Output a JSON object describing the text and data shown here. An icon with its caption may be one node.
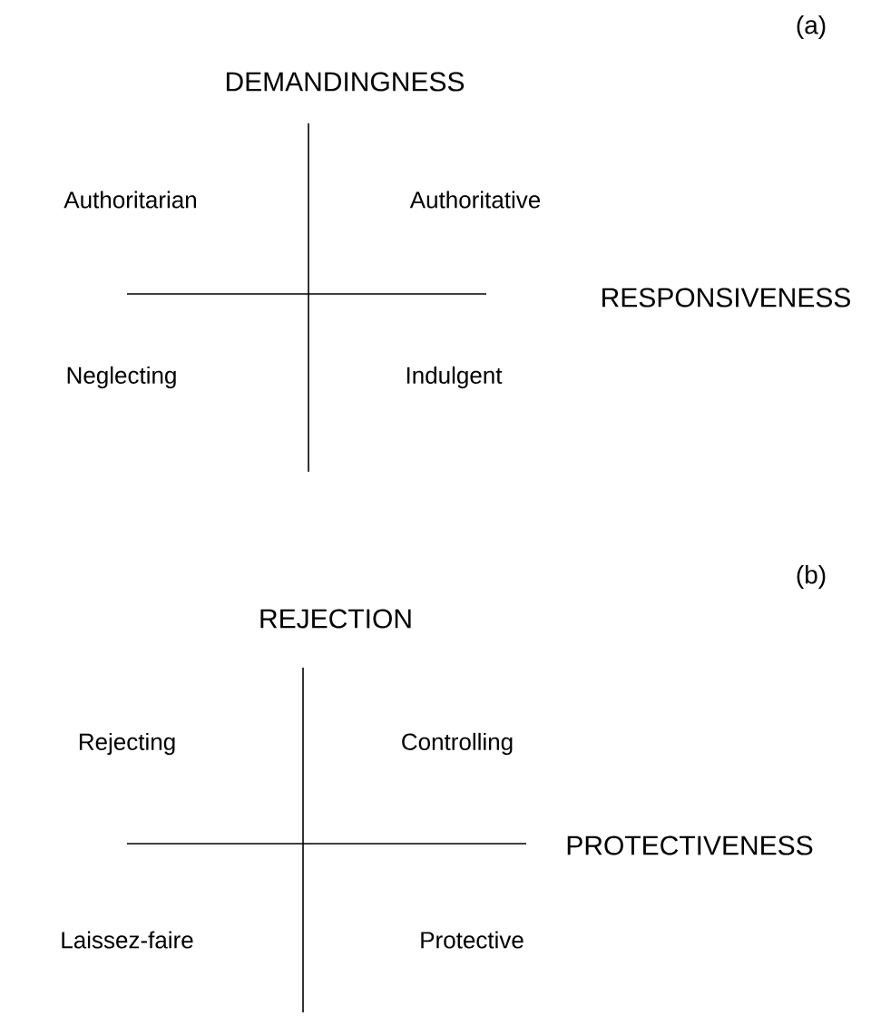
{
  "diagram": {
    "labels": [
      "(a)",
      "DEMANDINGNESS",
      "Authoritarian",
      "Authoritative",
      "RESPONSIVENESS",
      "Neglecting",
      "Indulgent",
      "(b)",
      "REJECTION",
      "Rejecting",
      "Controlling",
      "PROTECTIVENESS",
      "Laissez-faire",
      "Protective"
    ]
  }
}
